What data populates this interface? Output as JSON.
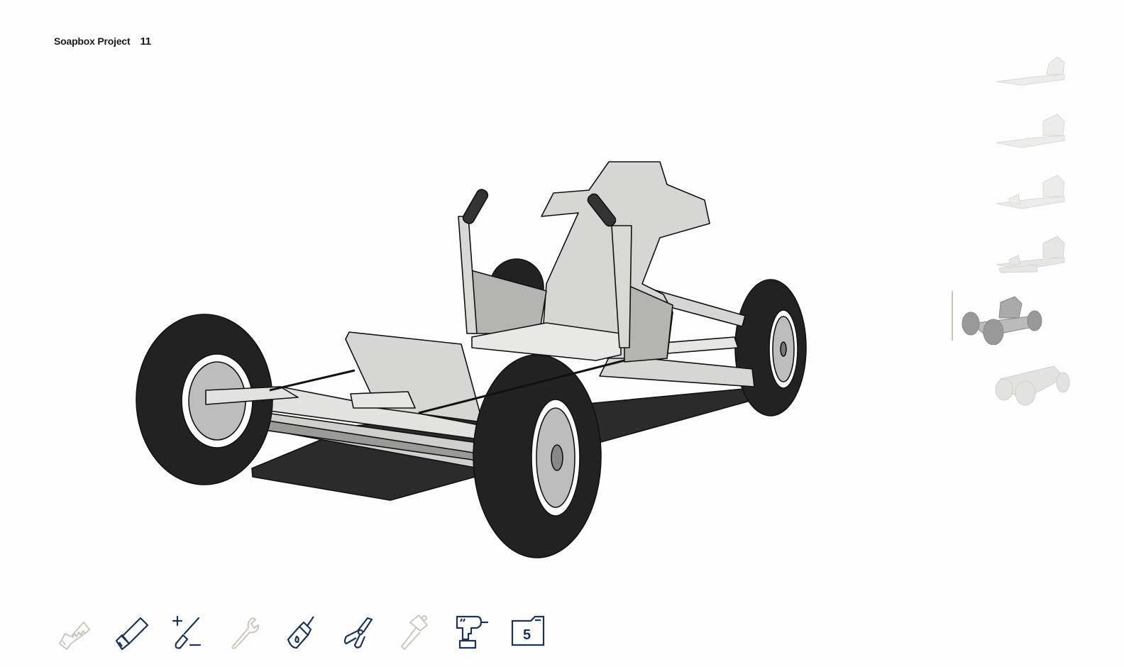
{
  "header": {
    "project_title": "Soapbox Project",
    "page_number": "11"
  },
  "main_illustration": {
    "subject": "soapbox-cart-chassis-with-wheels-and-seat",
    "colors": {
      "tire": "#222222",
      "frame": "#d8d8d6",
      "panel": "#cfd0ce",
      "base_plate": "#2b2b2b",
      "outline": "#111111"
    }
  },
  "step_thumbnails": {
    "items": [
      {
        "label": "step-1",
        "state": "inactive"
      },
      {
        "label": "step-2",
        "state": "inactive"
      },
      {
        "label": "step-3",
        "state": "inactive"
      },
      {
        "label": "step-4",
        "state": "inactive"
      },
      {
        "label": "step-5",
        "state": "active"
      },
      {
        "label": "step-6",
        "state": "inactive"
      }
    ],
    "active_indicator_color": "#cfc6b8"
  },
  "toolbar": {
    "tools": [
      {
        "name": "saw",
        "state": "disabled"
      },
      {
        "name": "utility-knife",
        "state": "active"
      },
      {
        "name": "screwdriver-plus-minus",
        "state": "active"
      },
      {
        "name": "wrench",
        "state": "disabled"
      },
      {
        "name": "glue-bottle",
        "state": "active"
      },
      {
        "name": "pliers",
        "state": "active"
      },
      {
        "name": "hammer",
        "state": "disabled"
      },
      {
        "name": "power-drill",
        "state": "active"
      },
      {
        "name": "parts-folder",
        "state": "active",
        "count": "5"
      }
    ],
    "active_color": "#1b3358",
    "disabled_color": "#cfc6ba"
  }
}
